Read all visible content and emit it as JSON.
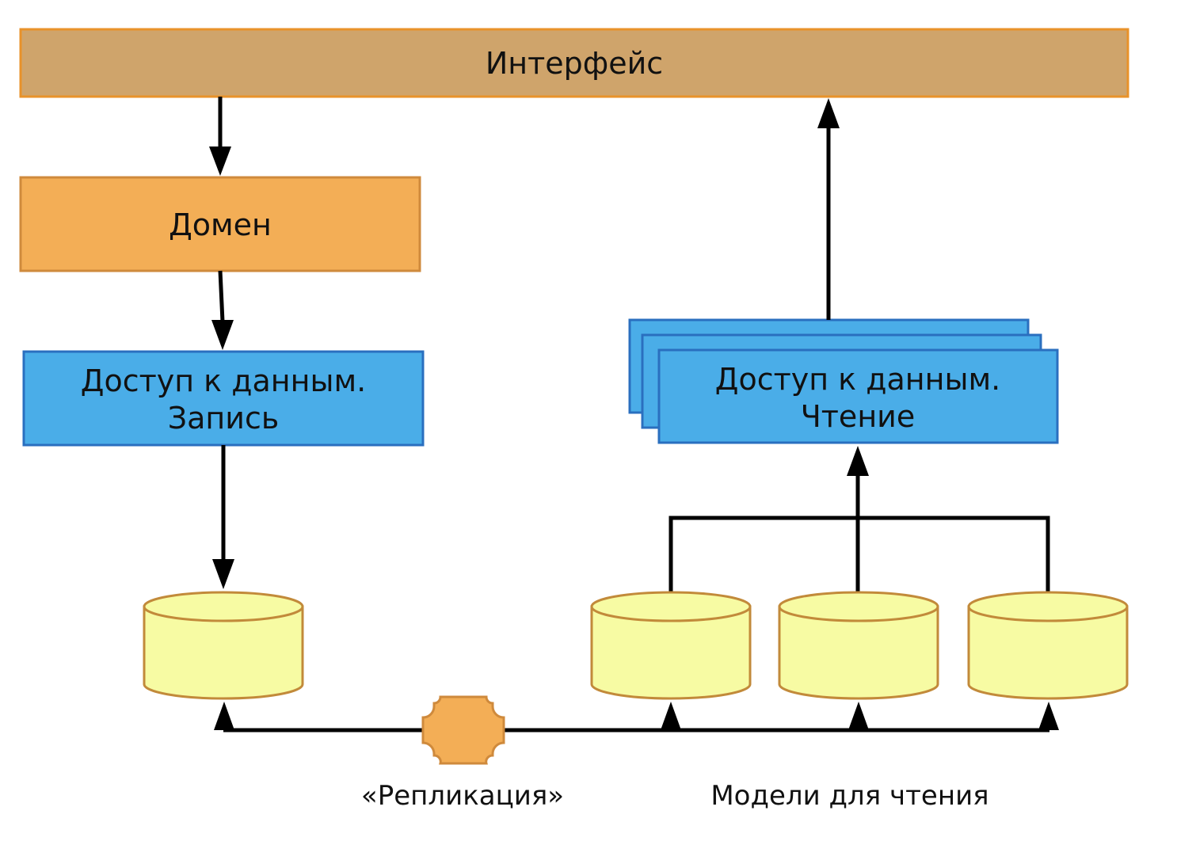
{
  "interface_label": "Интерфейс",
  "domain_label": "Домен",
  "write_access": {
    "line1": "Доступ к данным.",
    "line2": "Запись"
  },
  "read_access": {
    "line1": "Доступ к данным.",
    "line2": "Чтение"
  },
  "replication_label": "«Репликация»",
  "read_models_label": "Модели для чтения",
  "colors": {
    "interface_fill": "#cfa46b",
    "interface_border": "#e8922a",
    "domain_fill": "#f3ae56",
    "domain_border": "#cf8a3c",
    "access_fill": "#4aade8",
    "access_border": "#2a6fbf",
    "db_fill": "#f7fba3",
    "db_border": "#c28a3a",
    "replication_fill": "#f3ae56",
    "replication_border": "#cf8a3c"
  }
}
